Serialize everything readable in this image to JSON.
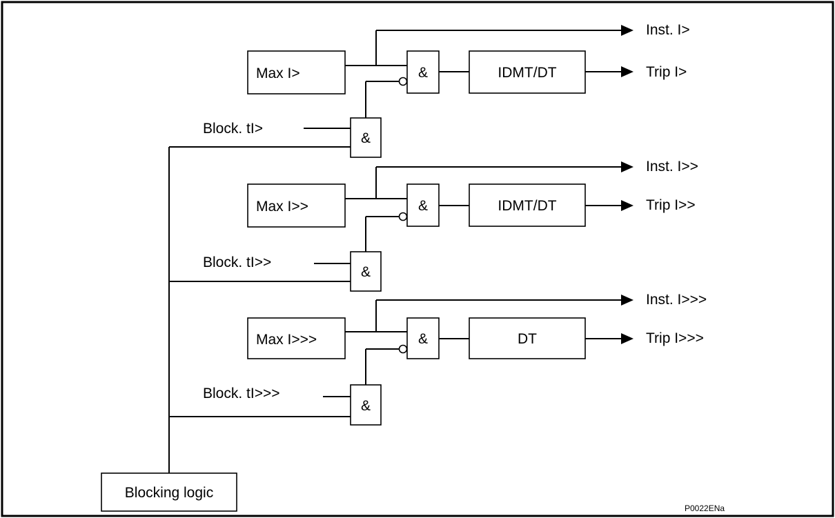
{
  "stages": [
    {
      "measure_label": "Max I>",
      "and_label": "&",
      "timer_label": "IDMT/DT",
      "inst_output": "Inst. I>",
      "trip_output": "Trip I>",
      "block_input": "Block. tI>",
      "block_and_label": "&"
    },
    {
      "measure_label": "Max I>>",
      "and_label": "&",
      "timer_label": "IDMT/DT",
      "inst_output": "Inst. I>>",
      "trip_output": "Trip I>>",
      "block_input": "Block. tI>>",
      "block_and_label": "&"
    },
    {
      "measure_label": "Max I>>>",
      "and_label": "&",
      "timer_label": "DT",
      "inst_output": "Inst. I>>>",
      "trip_output": "Trip I>>>",
      "block_input": "Block. tI>>>",
      "block_and_label": "&"
    }
  ],
  "blocking_logic_label": "Blocking logic",
  "figure_code": "P0022ENa"
}
